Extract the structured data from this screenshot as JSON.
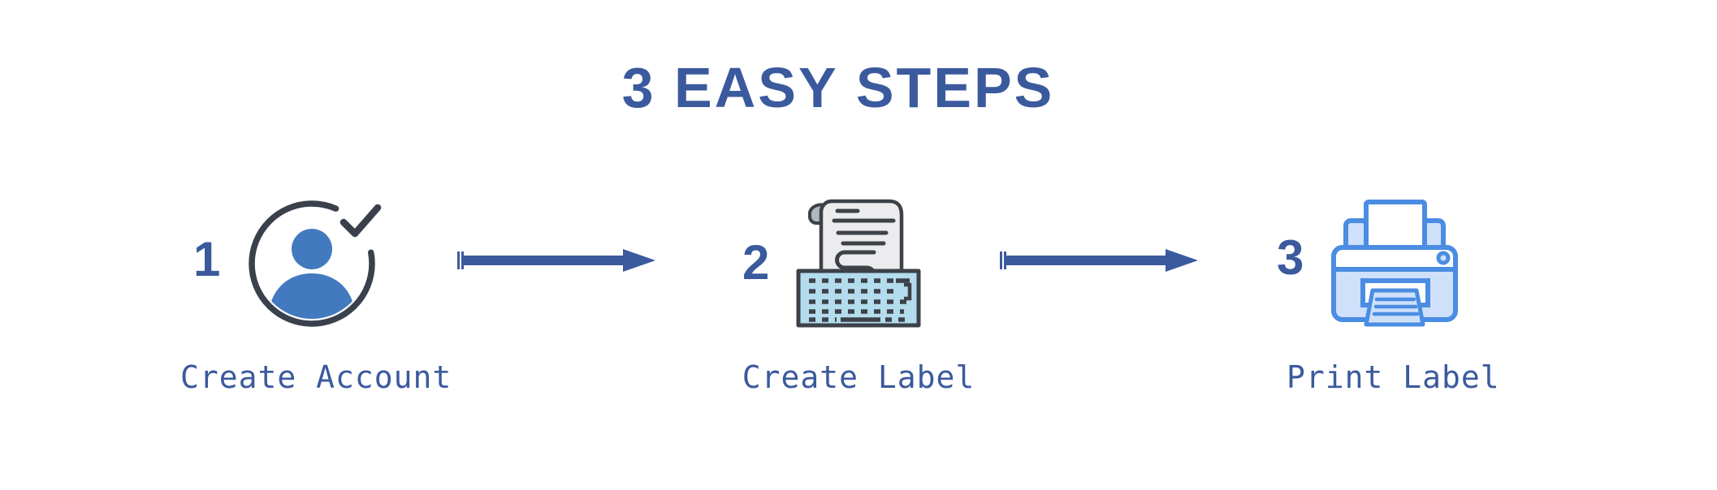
{
  "title": "3 EASY STEPS",
  "steps": [
    {
      "number": "1",
      "label": "Create Account",
      "icon": "user-check-icon"
    },
    {
      "number": "2",
      "label": "Create Label",
      "icon": "typewriter-icon"
    },
    {
      "number": "3",
      "label": "Print Label",
      "icon": "printer-icon"
    }
  ],
  "arrows": [
    {
      "direction": "right"
    },
    {
      "direction": "right"
    }
  ],
  "colors": {
    "primary_blue": "#3b5a9d",
    "dark_outline": "#3a414d",
    "person_blue": "#4379bf",
    "keyboard_blue": "#b3dcec",
    "paper_gray": "#ececee",
    "paper_curl_gray": "#b4b8bd",
    "printer_stroke_blue": "#4a8de2",
    "printer_fill_blue": "#cfe0fa",
    "background": "#ffffff"
  }
}
